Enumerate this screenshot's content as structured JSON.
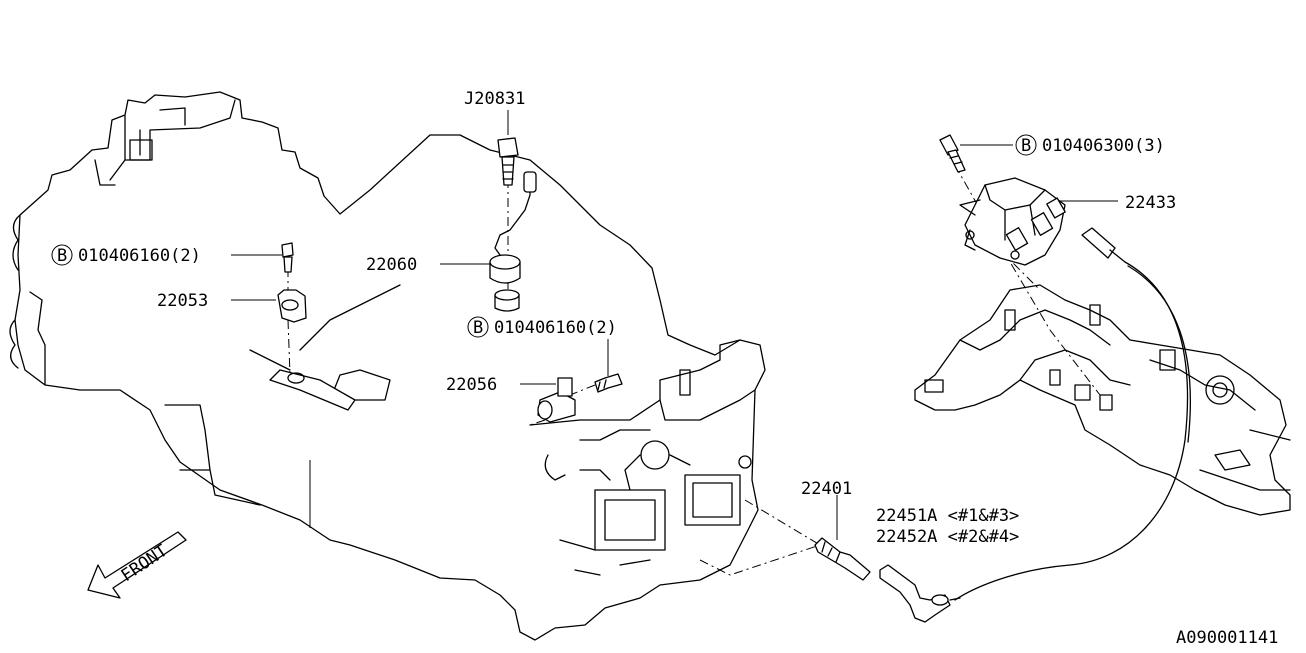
{
  "callouts": {
    "j20831": "J20831",
    "bolt_b_010406300": "010406300(3)",
    "p22433": "22433",
    "bolt_b_010406160_left": "010406160(2)",
    "p22053": "22053",
    "p22060": "22060",
    "bolt_b_010406160_mid": "010406160(2)",
    "p22056": "22056",
    "p22401": "22401",
    "p22451a": "22451A <#1&#3>",
    "p22452a": "22452A <#2&#4>",
    "bolt_marker": "B"
  },
  "front_arrow_label": "FRONT",
  "diagram_id": "A090001141",
  "icons": {
    "engine_block": "engine-block-outline",
    "intake_manifold": "intake-manifold",
    "ignition_coil": "ignition-coil",
    "knock_sensor": "knock-sensor",
    "crank_sensor": "crank-position-sensor",
    "cam_sensor": "cam-position-sensor",
    "spark_plug": "spark-plug",
    "spark_plug_cord": "spark-plug-cord",
    "bolt": "bolt-icon"
  }
}
